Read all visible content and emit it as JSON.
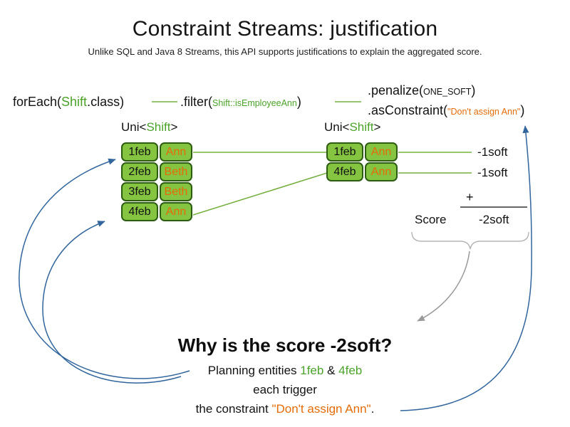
{
  "colors": {
    "green_text": "#4ba32a",
    "box_green": "#85c441",
    "box_border": "#2d5c13",
    "orange": "#e36c09",
    "arrow_blue": "#31659c",
    "arrow_gray": "#9a9a9a"
  },
  "title": "Constraint Streams: justification",
  "subtitle": "Unlike SQL and Java 8 Streams, this API supports justifications to explain the aggregated score.",
  "code": {
    "foreach_prefix": "forEach(",
    "foreach_class": "Shift",
    "foreach_suffix": ".class)",
    "filter_prefix": ".filter(",
    "filter_arg": "Shift::isEmployeeAnn",
    "filter_suffix": ")",
    "penalize_prefix": ".penalize(",
    "penalize_arg": "ONE_SOFT",
    "penalize_suffix": ")",
    "asconstraint_prefix": ".asConstraint(",
    "asconstraint_arg": "\"Don't assign Ann\"",
    "asconstraint_suffix": ")"
  },
  "left_stream": {
    "label_prefix": "Uni<",
    "label_type": "Shift",
    "label_suffix": ">",
    "rows": [
      {
        "date": "1feb",
        "employee": "Ann"
      },
      {
        "date": "2feb",
        "employee": "Beth"
      },
      {
        "date": "3feb",
        "employee": "Beth"
      },
      {
        "date": "4feb",
        "employee": "Ann"
      }
    ]
  },
  "right_stream": {
    "label_prefix": "Uni<",
    "label_type": "Shift",
    "label_suffix": ">",
    "rows": [
      {
        "date": "1feb",
        "employee": "Ann"
      },
      {
        "date": "4feb",
        "employee": "Ann"
      }
    ]
  },
  "score_panel": {
    "penalty_1": "-1soft",
    "penalty_2": "-1soft",
    "plus": "+",
    "score_label": "Score",
    "total": "-2soft"
  },
  "explanation": {
    "question": "Why is the score -2soft?",
    "line1_prefix": "Planning entities ",
    "line1_entity1": "1feb",
    "line1_and": " & ",
    "line1_entity2": "4feb",
    "line2": "each trigger",
    "line3_prefix": "the constraint ",
    "line3_constraint": "\"Don't assign Ann\"",
    "line3_suffix": "."
  }
}
